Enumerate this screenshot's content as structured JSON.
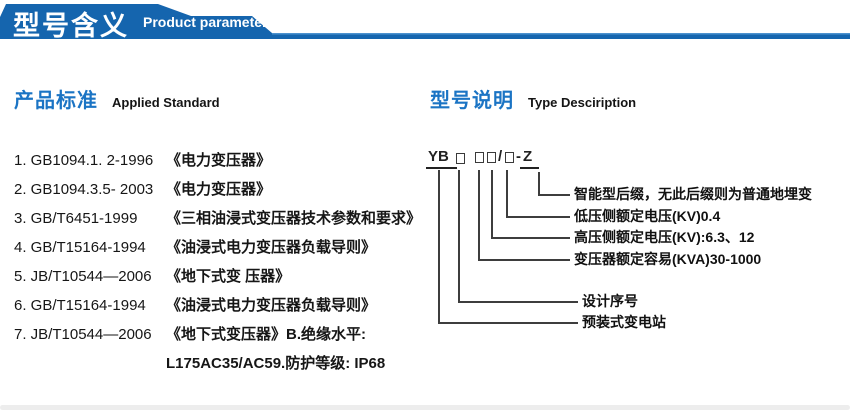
{
  "header": {
    "title": "型号含义",
    "subtitle": "Product parameters",
    "banner_color": "#1565ae"
  },
  "left": {
    "heading_zh": "产品标准",
    "heading_en": "Applied Standard",
    "heading_color": "#1b74c4",
    "items": [
      {
        "code": "1. GB1094.1. 2-1996",
        "title": "《电力变压器》"
      },
      {
        "code": "2. GB1094.3.5- 2003",
        "title": "《电力变压器》"
      },
      {
        "code": "3. GB/T6451-1999",
        "title": "《三相油浸式变压器技术参数和要求》"
      },
      {
        "code": "4. GB/T15164-1994",
        "title": "《油浸式电力变压器负载导则》"
      },
      {
        "code": "5. JB/T10544—2006",
        "title": "《地下式变 压器》"
      },
      {
        "code": "6. GB/T15164-1994",
        "title": "《油浸式电力变压器负载导则》"
      },
      {
        "code": "7. JB/T10544—2006",
        "title": "《地下式变压器》B.绝缘水平:"
      },
      {
        "code": "",
        "title": "L175AC35/AC59.防护等级: IP68"
      }
    ]
  },
  "right": {
    "heading_zh": "型号说明",
    "heading_en": "Type Desciription",
    "model_code": {
      "prefix": "YB",
      "slash": "/",
      "dash": "-",
      "suffix": "Z",
      "full": "YB□ □□/□-Z"
    },
    "labels": [
      "智能型后缀，无此后缀则为普通地埋变",
      "低压侧额定电压(KV)0.4",
      "高压侧额定电压(KV):6.3、12",
      "变压器额定容易(KVA)30-1000",
      "设计序号",
      "预装式变电站"
    ]
  }
}
